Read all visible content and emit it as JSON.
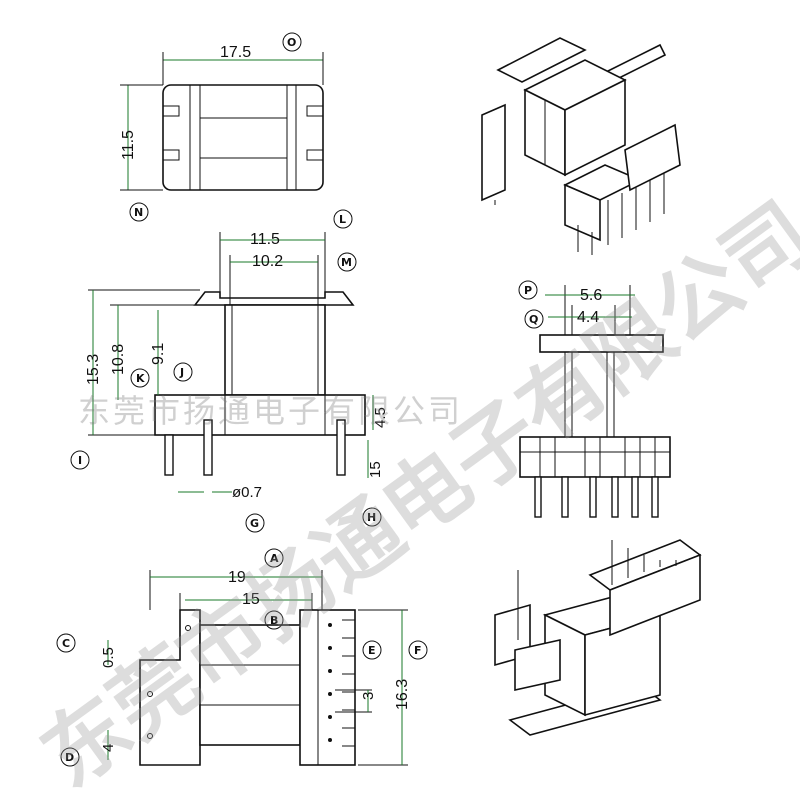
{
  "dimensions": {
    "top_width": "17.5",
    "top_height": "11.5",
    "side_width_outer": "11.5",
    "side_width_inner": "10.2",
    "side_height_total": "15.3",
    "side_height_mid": "10.8",
    "side_height_inner": "9.1",
    "base_height": "4.5",
    "pin_length": "15",
    "pin_diameter": "ø0.7",
    "right_width_outer": "5.6",
    "right_width_inner": "4.4",
    "bottom_width_outer": "19",
    "bottom_width_inner": "15",
    "bottom_offset": "0.5",
    "bottom_height": "16.3",
    "bottom_pitch": "3",
    "bottom_side": "4"
  },
  "labels": {
    "O": "O",
    "N": "N",
    "L": "L",
    "M": "M",
    "K": "K",
    "J": "J",
    "I": "I",
    "G": "G",
    "H": "H",
    "P": "P",
    "Q": "Q",
    "A": "A",
    "B": "B",
    "C": "C",
    "D": "D",
    "E": "E",
    "F": "F"
  },
  "watermark": {
    "horizontal": "东莞市扬通电子有限公司",
    "diagonal": "东莞市扬通电子有限公司"
  }
}
